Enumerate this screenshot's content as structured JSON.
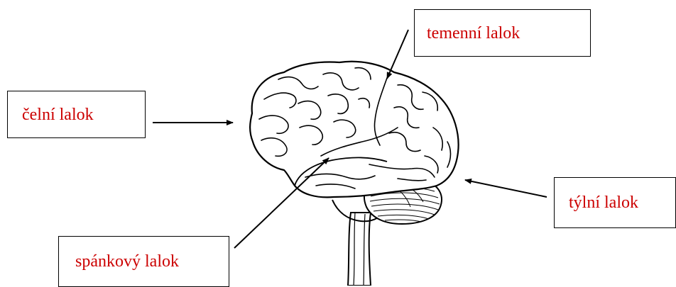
{
  "labels": {
    "frontal": "čelní lalok",
    "parietal": "temenní lalok",
    "occipital": "týlní lalok",
    "temporal": "spánkový lalok"
  },
  "colors": {
    "label_text": "#cc0000",
    "outline": "#000000",
    "background": "#ffffff"
  }
}
